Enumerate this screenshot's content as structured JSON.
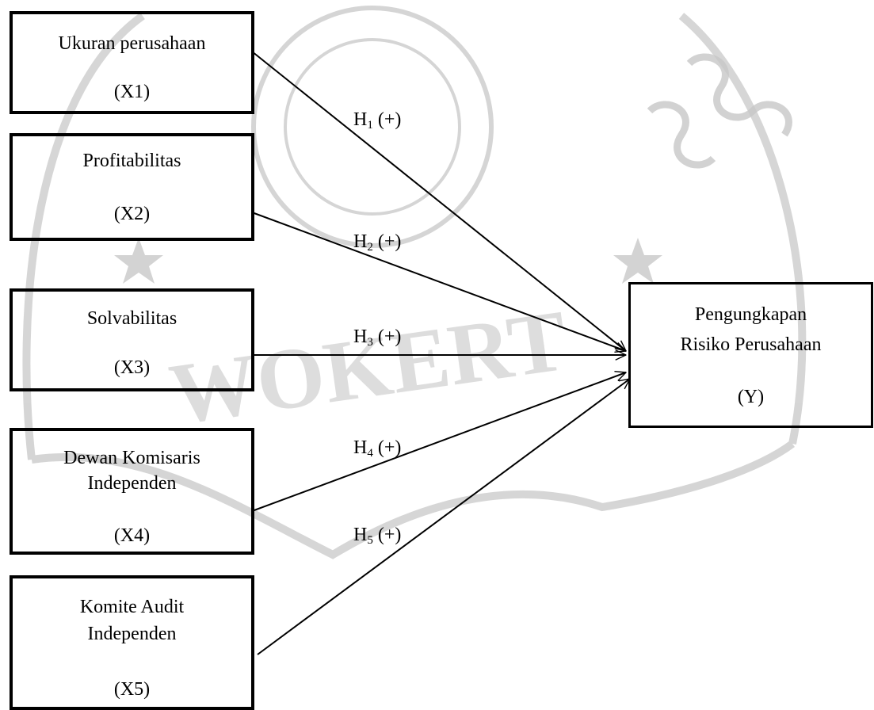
{
  "variables": [
    {
      "lines": [
        "Ukuran perusahaan"
      ],
      "code": "(X1)"
    },
    {
      "lines": [
        "Profitabilitas"
      ],
      "code": "(X2)"
    },
    {
      "lines": [
        "Solvabilitas"
      ],
      "code": "(X3)"
    },
    {
      "lines": [
        "Dewan Komisaris",
        "Independen"
      ],
      "code": "(X4)"
    },
    {
      "lines": [
        "Komite Audit",
        "Independen"
      ],
      "code": "(X5)"
    }
  ],
  "dependent": {
    "lines": [
      "Pengungkapan",
      "Risiko Perusahaan"
    ],
    "code": "(Y)"
  },
  "hypotheses": [
    {
      "letter": "H",
      "num": "1",
      "sign": "(+)"
    },
    {
      "letter": "H",
      "num": "2",
      "sign": "(+)"
    },
    {
      "letter": "H",
      "num": "3",
      "sign": "(+)"
    },
    {
      "letter": "H",
      "num": "4",
      "sign": "(+)"
    },
    {
      "letter": "H",
      "num": "5",
      "sign": "(+)"
    }
  ],
  "colors": {
    "stroke": "#000000",
    "watermark": "#bdbdbd"
  }
}
